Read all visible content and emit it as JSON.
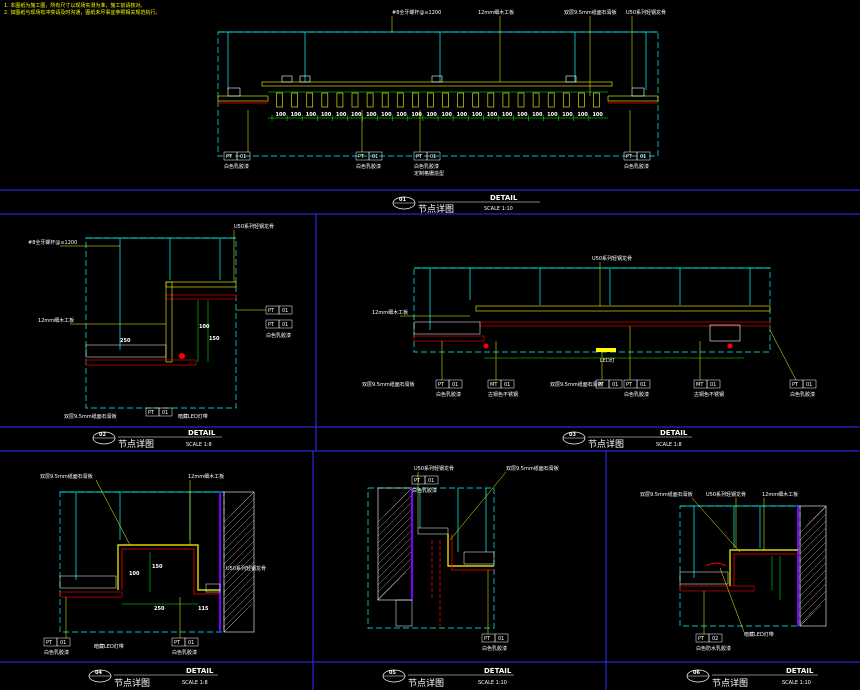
{
  "notes": [
    "1. 本图纸为施工图，所有尺寸以现场实测为准，施工前请核对。",
    "2. 如图纸与现场有冲突请及时沟通，图纸未尽事宜参照相关规范执行。"
  ],
  "panels": [
    {
      "id": "01",
      "detail": "DETAIL",
      "title": "节点详图",
      "scale": "SCALE 1:10",
      "labels": {
        "rod": "#8全牙螺杆@≤1200",
        "board12": "12mm细木工板",
        "gypsum": "双层9.5mm纸面石膏板",
        "keel": "U50系列轻钢龙骨",
        "tag_left": [
          "PT",
          "01"
        ],
        "tag_mid": [
          "PT",
          "01"
        ],
        "tag_mid2": [
          "PT",
          "01"
        ],
        "tag_right": [
          "PT",
          "01"
        ],
        "paint": "白色乳胶漆",
        "paint2": "白色乳胶漆",
        "wood": "定制格栅造型",
        "paint_right": "白色乳胶漆"
      },
      "dims": [
        "100",
        "100",
        "100",
        "100",
        "100",
        "100",
        "100",
        "100",
        "100",
        "100",
        "100",
        "100",
        "100",
        "100",
        "100",
        "100",
        "100",
        "100",
        "100",
        "100",
        "100",
        "100"
      ]
    },
    {
      "id": "02",
      "detail": "DETAIL",
      "title": "节点详图",
      "scale": "SCALE 1:8",
      "labels": {
        "rod": "#8全牙螺杆@≤1200",
        "keel": "U50系列轻钢龙骨",
        "board12": "12mm细木工板",
        "tag1": [
          "PT",
          "01"
        ],
        "tag1_text": "白色乳胶漆",
        "gypsum": "双层9.5mm纸面石膏板",
        "tag2": [
          "PT",
          "01"
        ],
        "slot": "暗藏LED灯带",
        "dim_a": "100",
        "dim_b": "150",
        "dim_c": "250"
      }
    },
    {
      "id": "03",
      "detail": "DETAIL",
      "title": "节点详图",
      "scale": "SCALE 1:8",
      "labels": {
        "keel": "U50系列轻钢龙骨",
        "board12": "12mm细木工板",
        "gypsum": "双层9.5mm纸面石膏板",
        "tag1": [
          "PT",
          "01"
        ],
        "tag2": [
          "MT",
          "01"
        ],
        "tag3": [
          "PT",
          "01"
        ],
        "tag4": [
          "PT",
          "01"
        ],
        "tag5": [
          "MT",
          "01"
        ],
        "tag6": [
          "PT",
          "01"
        ],
        "paint": "白色乳胶漆",
        "steel": "古铜色不锈钢",
        "paint2": "白色乳胶漆",
        "steel2": "古铜色不锈钢",
        "paint3": "白色乳胶漆",
        "led": "LED灯"
      }
    },
    {
      "id": "04",
      "detail": "DETAIL",
      "title": "节点详图",
      "scale": "SCALE 1:8",
      "labels": {
        "gypsum": "双层9.5mm纸面石膏板",
        "board12": "12mm细木工板",
        "keel": "U50系列轻钢龙骨",
        "tag1": [
          "PT",
          "01"
        ],
        "tag1_text": "白色乳胶漆",
        "tag2": [
          "PT",
          "01"
        ],
        "tag2_text": "白色乳胶漆",
        "slot": "暗藏LED灯带",
        "dim_a": "150",
        "dim_b": "100",
        "dim_c": "250",
        "dim_d": "115"
      }
    },
    {
      "id": "05",
      "detail": "DETAIL",
      "title": "节点详图",
      "scale": "SCALE 1:10",
      "labels": {
        "keel": "U50系列轻钢龙骨",
        "gypsum": "双层9.5mm纸面石膏板",
        "tag1": [
          "PT",
          "01"
        ],
        "tag1_text": "白色乳胶漆",
        "tag2": [
          "PT",
          "01"
        ],
        "tag2_text": "白色乳胶漆"
      }
    },
    {
      "id": "06",
      "detail": "DETAIL",
      "title": "节点详图",
      "scale": "SCALE 1:10",
      "labels": {
        "gypsum": "双层9.5mm纸面石膏板",
        "keel": "U50系列轻钢龙骨",
        "board12": "12mm细木工板",
        "tag1": [
          "PT",
          "02"
        ],
        "tag1_text": "白色防水乳胶漆",
        "slot": "暗藏LED灯带"
      }
    }
  ],
  "colors": {
    "background": "#000000",
    "frame": "#3030ff",
    "hatch_blue": "#0000ff",
    "cyan": "#00ffff",
    "yellow": "#ffff00",
    "red": "#ff0000",
    "magenta": "#ff00ff",
    "white": "#ffffff",
    "green": "#00ff00",
    "purple": "#8000ff"
  }
}
